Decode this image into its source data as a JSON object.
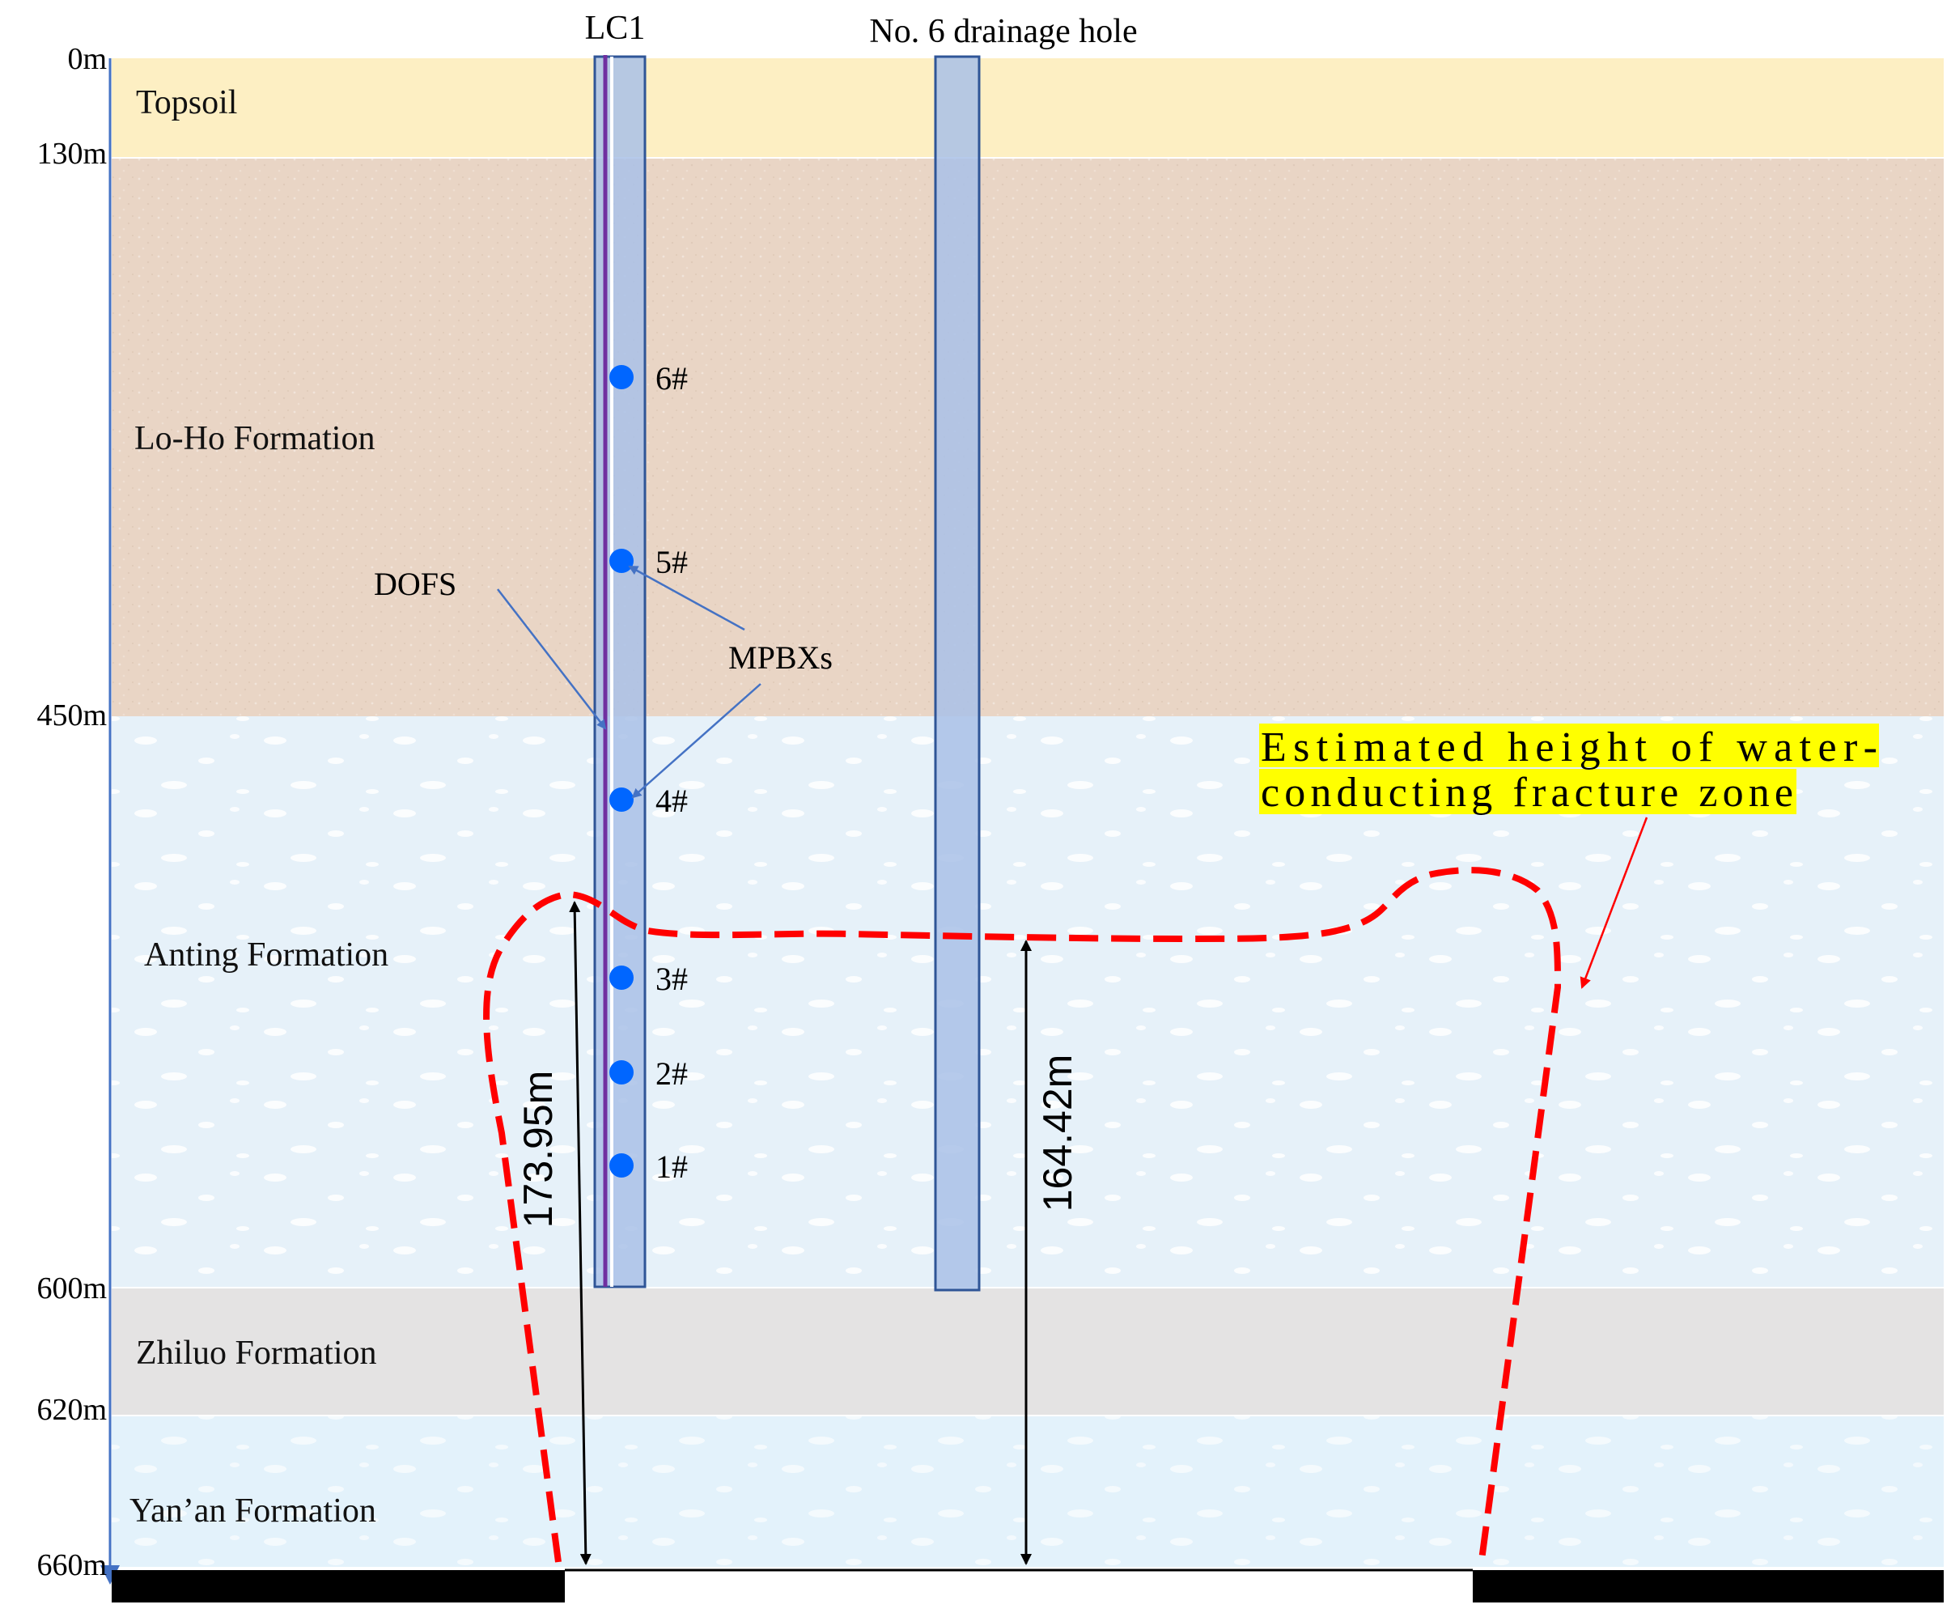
{
  "boreholes": {
    "lc1_label": "LC1",
    "drainage_label": "No. 6 drainage hole"
  },
  "depth_ticks": [
    "0m",
    "130m",
    "450m",
    "600m",
    "620m",
    "660m"
  ],
  "layers": [
    {
      "name": "Topsoil",
      "color": "#fdefc3"
    },
    {
      "name": "Lo-Ho Formation",
      "color": "#e9d5c5"
    },
    {
      "name": "Anting Formation",
      "color": "#e6f1f9"
    },
    {
      "name": "Zhiluo Formation",
      "color": "#e4e3e3"
    },
    {
      "name": "Yan’an Formation",
      "color": "#e3f2fb"
    }
  ],
  "mpbx_points": [
    "6#",
    "5#",
    "4#",
    "3#",
    "2#",
    "1#"
  ],
  "annotations": {
    "dofs": "DOFS",
    "mpbxs": "MPBXs",
    "fracture_zone_line1": "Estimated height of water-",
    "fracture_zone_line2": "conducting fracture zone",
    "height_lc1": "173.95m",
    "height_drainage": "164.42m"
  },
  "colors": {
    "dofs_line": "#7030a0",
    "mpbx_point": "#0066ff",
    "fracture_boundary": "#ff0000",
    "highlight": "#ffff00",
    "borehole_fill": "#a9c1e8",
    "borehole_stroke": "#2f5597",
    "coal_seam": "#000000"
  }
}
